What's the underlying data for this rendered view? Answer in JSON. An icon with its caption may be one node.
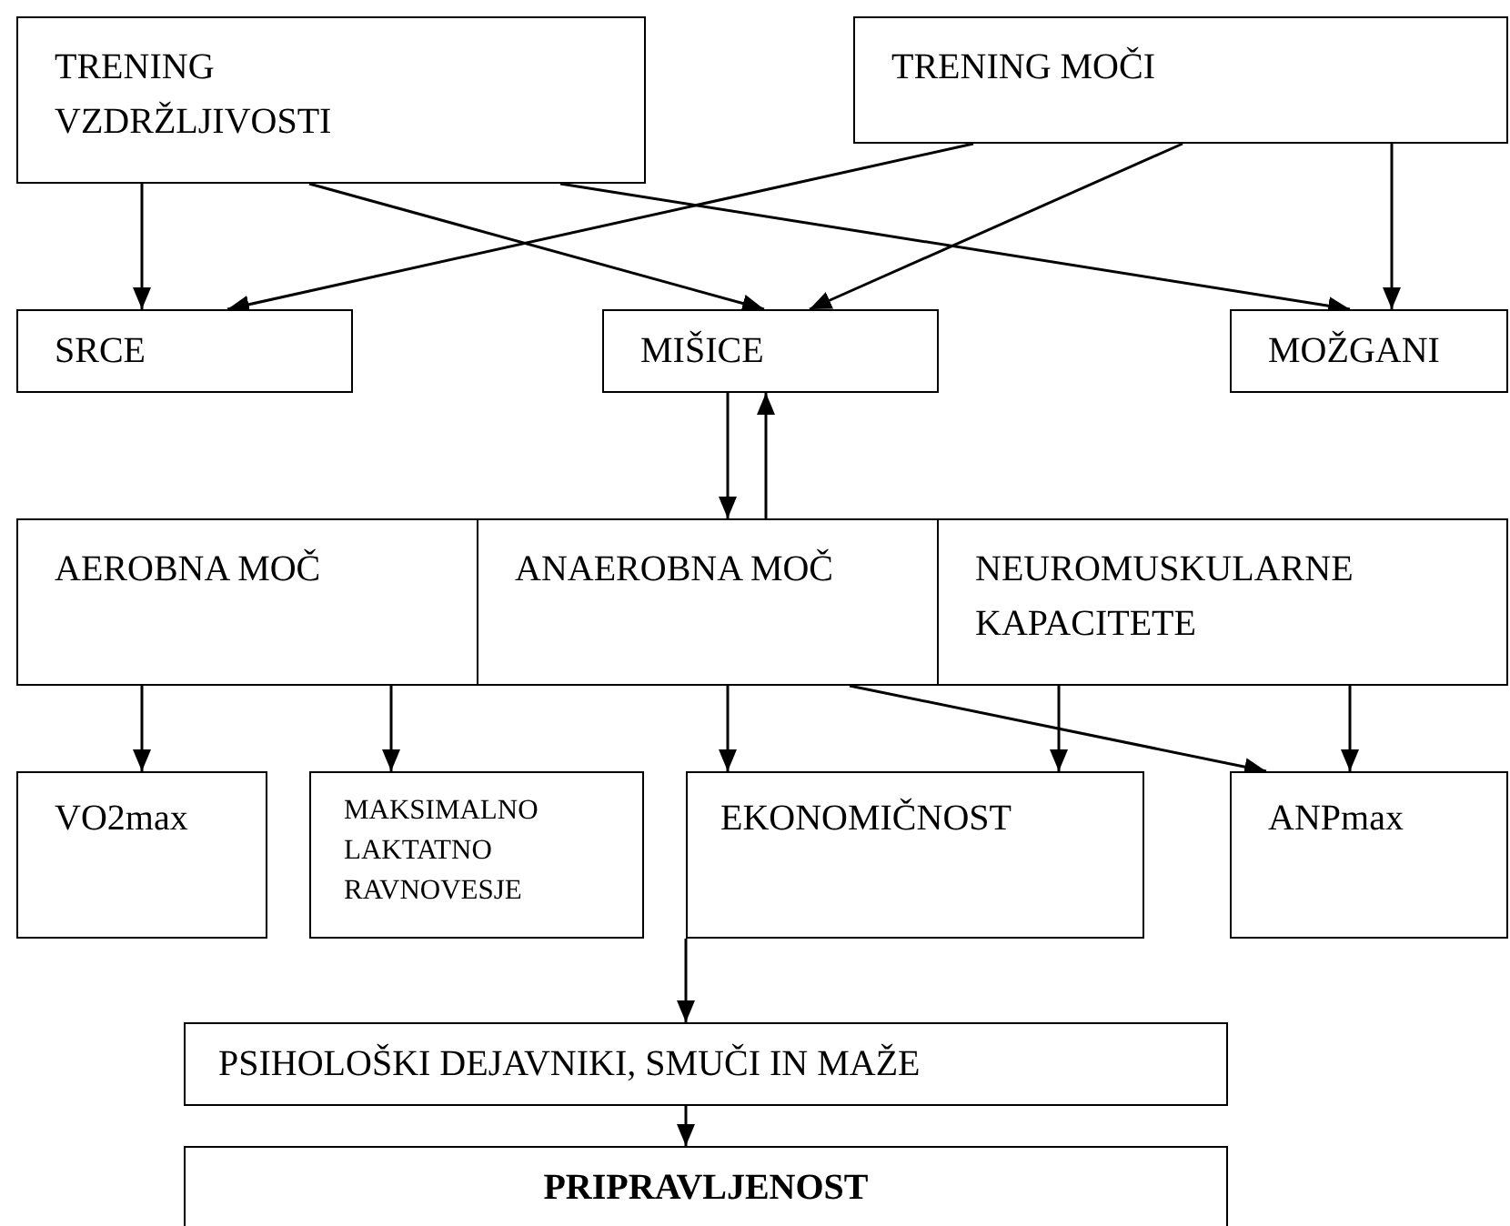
{
  "diagram": {
    "nodes": [
      {
        "text": [
          "TRENING VZDRŽLJIVOSTI"
        ]
      },
      {
        "text": [
          "TRENING MOČI"
        ]
      },
      {
        "text": [
          "SRCE"
        ]
      },
      {
        "text": [
          "MIŠICE"
        ]
      },
      {
        "text": [
          "MOŽGANI"
        ]
      },
      {
        "text": [
          "AEROBNA MOČ"
        ]
      },
      {
        "text": [
          "ANAEROBNA MOČ"
        ]
      },
      {
        "text": [
          "NEUROMUSKULARNE KAPACITETE"
        ]
      },
      {
        "text": [
          "VO2max"
        ]
      },
      {
        "text": [
          "MAKSIMALNO LAKTATNO RAVNOVESJE"
        ]
      },
      {
        "text": [
          "EKONOMIČNOST"
        ]
      },
      {
        "text": [
          "ANPmax"
        ]
      },
      {
        "text": [
          "PSIHOLOŠKI DEJAVNIKI, SMUČI IN MAŽE"
        ]
      },
      {
        "text": [
          "PRIPRAVLJENOST"
        ]
      }
    ],
    "edges": [
      {
        "from": 0,
        "to": 2,
        "arrow": "to"
      },
      {
        "from": 0,
        "to": 3,
        "arrow": "to"
      },
      {
        "from": 0,
        "to": 4,
        "arrow": "to"
      },
      {
        "from": 1,
        "to": 2,
        "arrow": "to"
      },
      {
        "from": 1,
        "to": 3,
        "arrow": "to"
      },
      {
        "from": 1,
        "to": 4,
        "arrow": "to"
      },
      {
        "from": 3,
        "to": 6,
        "arrow": "to"
      },
      {
        "from": 6,
        "to": 3,
        "arrow": "to"
      },
      {
        "from": 5,
        "to": 8,
        "arrow": "to"
      },
      {
        "from": 5,
        "to": 9,
        "arrow": "to"
      },
      {
        "from": 6,
        "to": 10,
        "arrow": "to"
      },
      {
        "from": 7,
        "to": 10,
        "arrow": "to"
      },
      {
        "from": 6,
        "to": 11,
        "arrow": "to"
      },
      {
        "from": 7,
        "to": 11,
        "arrow": "to"
      },
      {
        "from": 10,
        "to": 12,
        "arrow": "to"
      },
      {
        "from": 12,
        "to": 13,
        "arrow": "to"
      }
    ]
  }
}
